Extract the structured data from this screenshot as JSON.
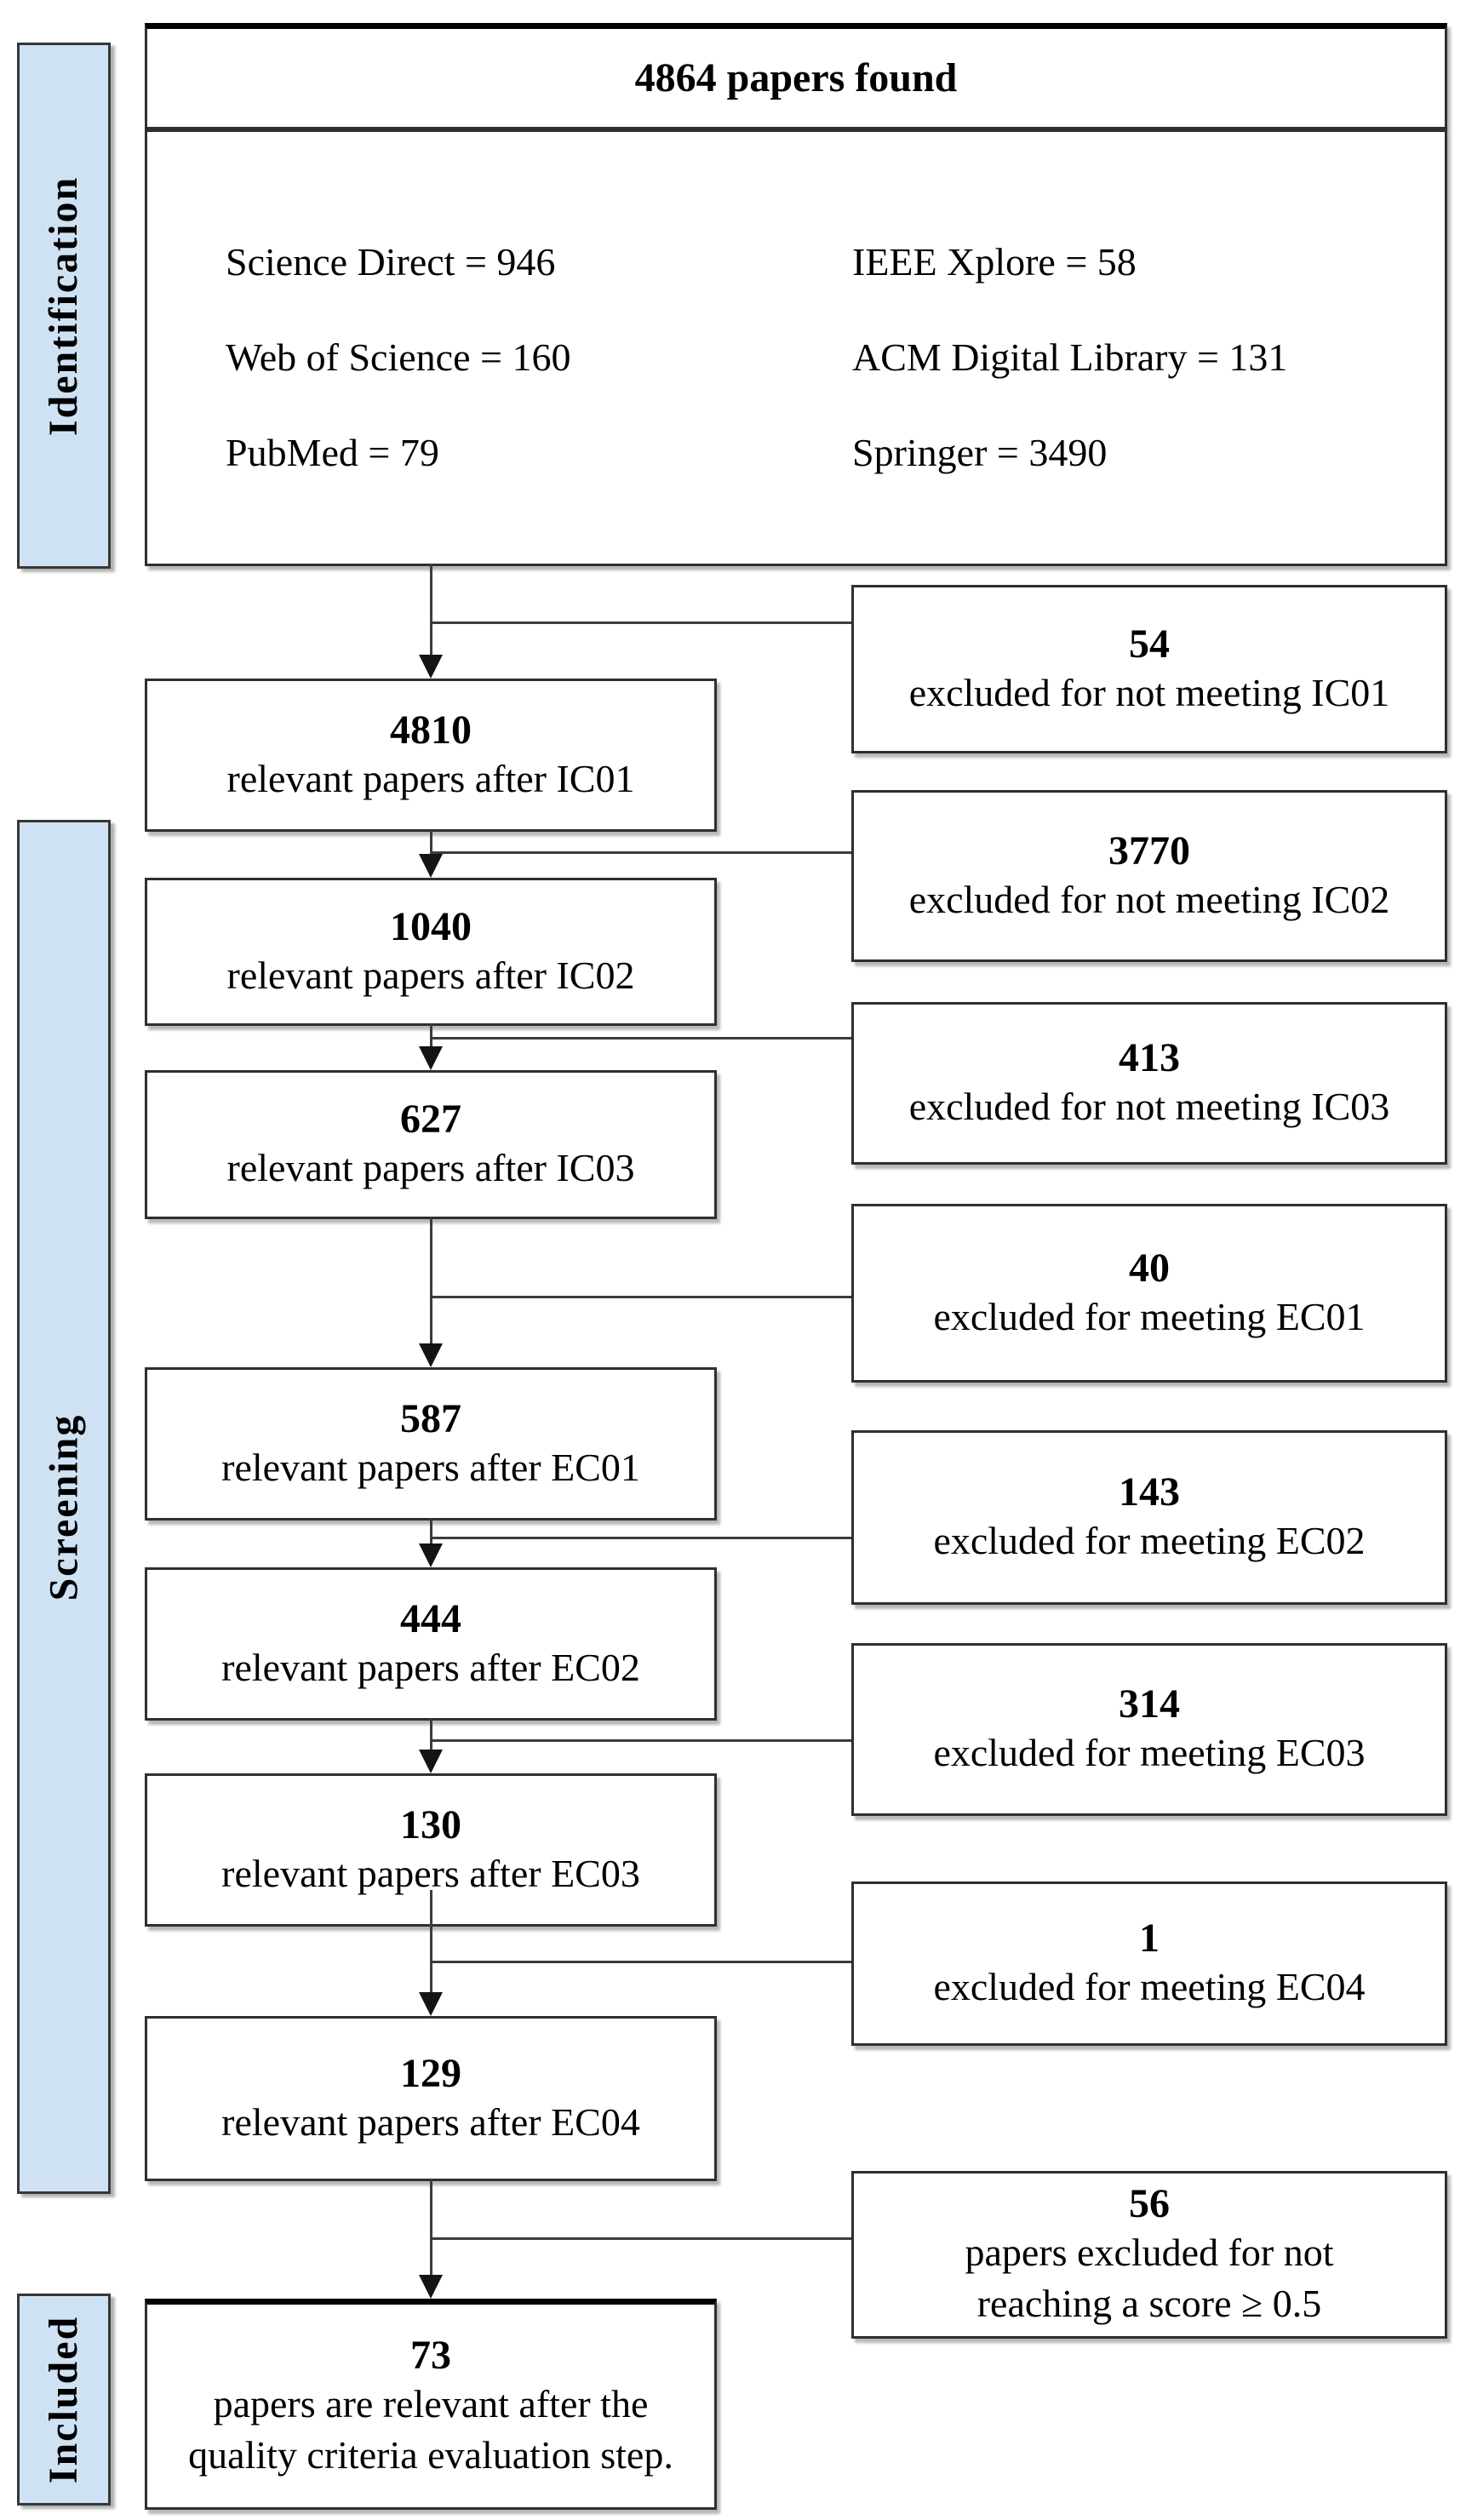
{
  "colors": {
    "phase_fill": "#cfe2f3",
    "box_border": "#2f2f2f",
    "line": "#3c3c3c",
    "text": "#000000",
    "background": "#ffffff"
  },
  "phases": [
    {
      "label": "Identification"
    },
    {
      "label": "Screening"
    },
    {
      "label": "Included"
    }
  ],
  "top_box": {
    "title": "4864 papers found",
    "sources_left": [
      "Science Direct = 946",
      "Web of Science = 160",
      "PubMed = 79"
    ],
    "sources_right": [
      "IEEE Xplore = 58",
      "ACM Digital Library = 131",
      "Springer = 3490"
    ]
  },
  "flow": [
    {
      "value": "4810",
      "label": "relevant papers after IC01"
    },
    {
      "value": "1040",
      "label": "relevant papers after IC02"
    },
    {
      "value": "627",
      "label": "relevant papers after IC03"
    },
    {
      "value": "587",
      "label": "relevant papers after EC01"
    },
    {
      "value": "444",
      "label": "relevant papers after EC02"
    },
    {
      "value": "130",
      "label": "relevant papers after EC03"
    },
    {
      "value": "129",
      "label": "relevant papers after EC04"
    },
    {
      "value": "73",
      "label": "papers are relevant after the quality criteria evaluation step."
    }
  ],
  "exclusions": [
    {
      "value": "54",
      "label": "excluded for not meeting IC01"
    },
    {
      "value": "3770",
      "label": "excluded for not meeting IC02"
    },
    {
      "value": "413",
      "label": "excluded for not meeting IC03"
    },
    {
      "value": "40",
      "label": "excluded for meeting EC01"
    },
    {
      "value": "143",
      "label": "excluded for meeting EC02"
    },
    {
      "value": "314",
      "label": "excluded for meeting EC03"
    },
    {
      "value": "1",
      "label": "excluded for meeting EC04"
    },
    {
      "value": "56",
      "label": "papers excluded for not reaching a score ≥ 0.5"
    }
  ]
}
